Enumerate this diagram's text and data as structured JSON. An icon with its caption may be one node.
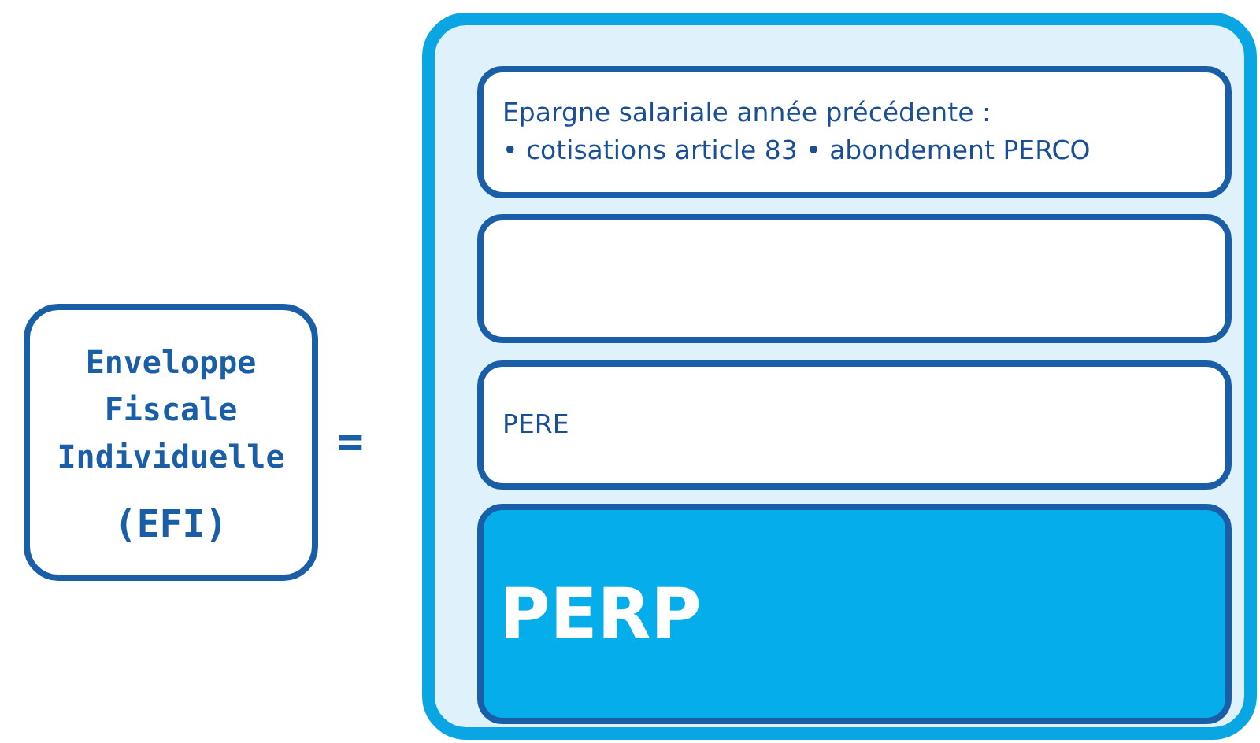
{
  "diagram": {
    "nodes": [
      {
        "text": [
          "Enveloppe Fiscale Individuelle",
          "(EFI)"
        ]
      },
      {
        "text": [],
        "shape": "box"
      },
      {
        "text": [
          "Epargne salariale année précédente :",
          "• cotisations article 83 • abondement PERCO"
        ],
        "in": 1
      },
      {
        "text": [],
        "shape": "box",
        "in": 1
      },
      {
        "text": [
          "PERE"
        ],
        "in": 1
      },
      {
        "text": [
          "PERP"
        ],
        "in": 1
      }
    ],
    "labels": [
      "="
    ]
  }
}
